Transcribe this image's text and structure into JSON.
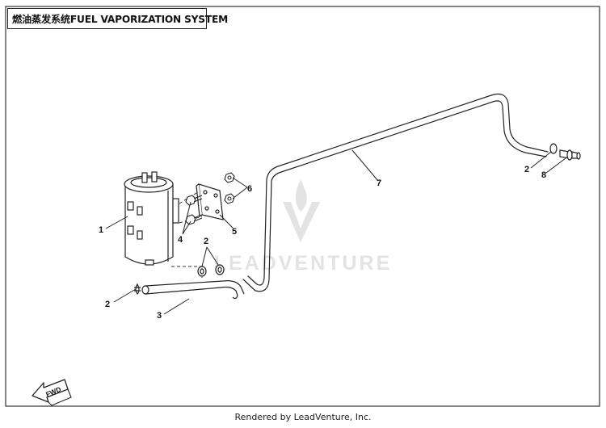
{
  "header": {
    "title": "燃油蒸发系统FUEL VAPORIZATION SYSTEM"
  },
  "watermark": {
    "text": "LEADVENTURE"
  },
  "fwd_arrow": {
    "label": "FWD"
  },
  "callouts": [
    {
      "id": "c1",
      "label": "1"
    },
    {
      "id": "c2a",
      "label": "2"
    },
    {
      "id": "c2b",
      "label": "2"
    },
    {
      "id": "c2c",
      "label": "2"
    },
    {
      "id": "c3",
      "label": "3"
    },
    {
      "id": "c4",
      "label": "4"
    },
    {
      "id": "c5",
      "label": "5"
    },
    {
      "id": "c6",
      "label": "6"
    },
    {
      "id": "c7",
      "label": "7"
    },
    {
      "id": "c8",
      "label": "8"
    }
  ],
  "footer": {
    "text": "Rendered by LeadVenture, Inc."
  }
}
